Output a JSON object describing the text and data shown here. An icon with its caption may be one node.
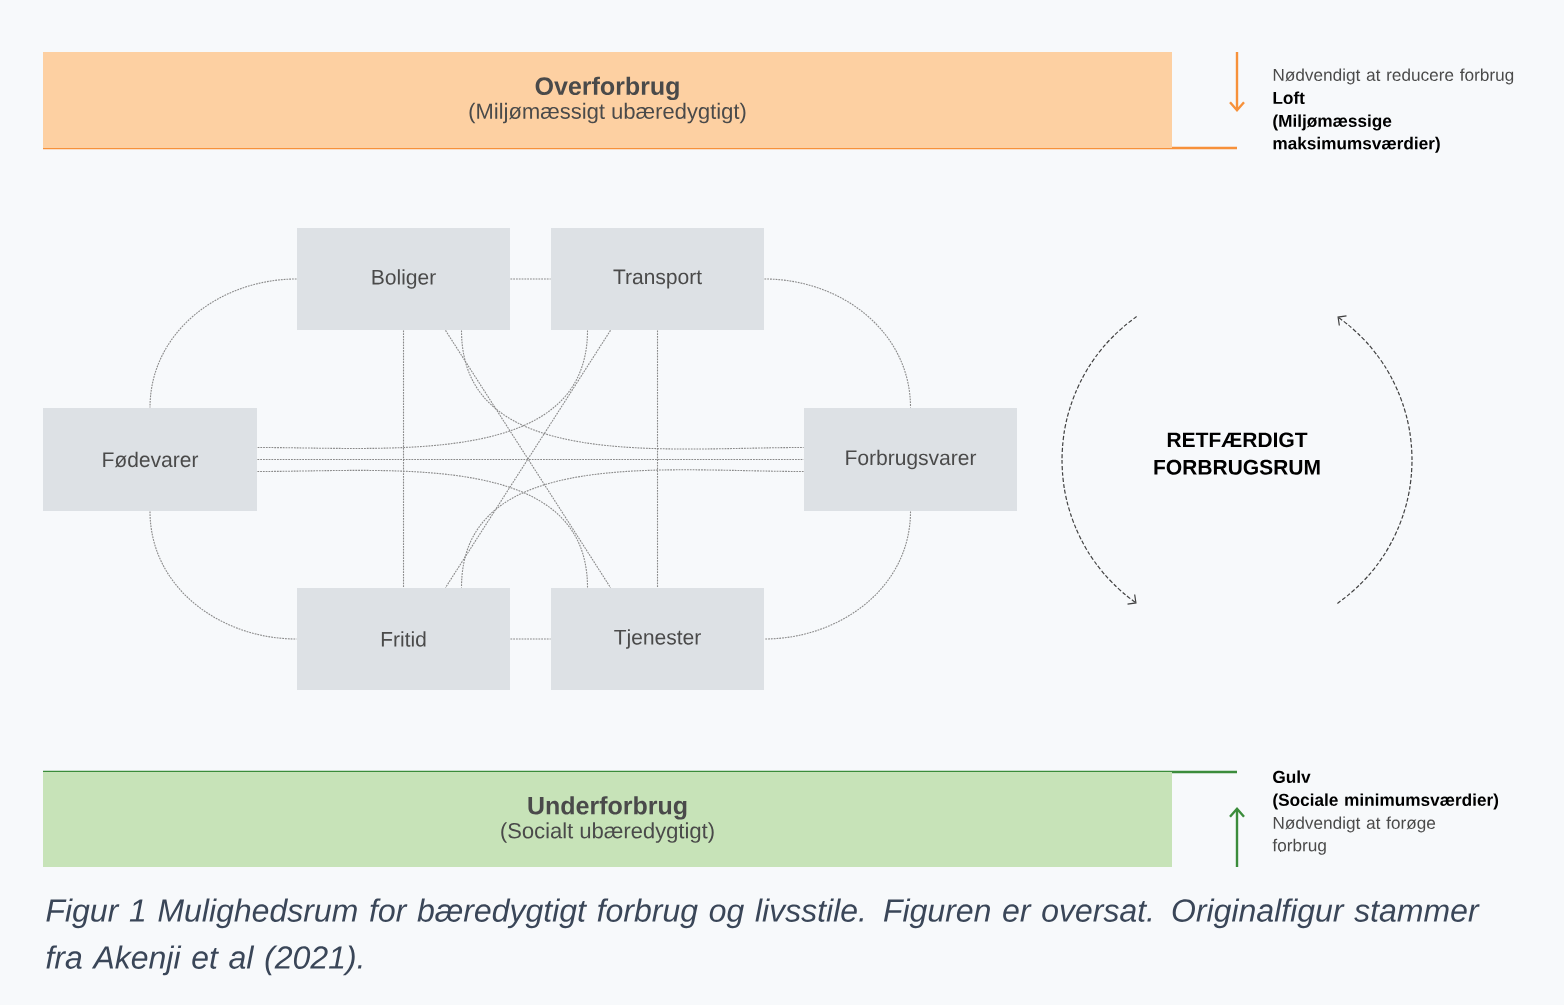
{
  "diagram": {
    "caption": "Figur 1 Mulighedsrum for bæredygtigt forbrug og livsstile. Figuren er oversat. Originalfigur stammer fra Akenji et al (2021).",
    "nodes": [
      {
        "text": [
          "Overforbrug",
          "(Miljømæssigt ubæredygtigt)"
        ]
      },
      {
        "text": [
          "Boliger"
        ]
      },
      {
        "text": [
          "Transport"
        ]
      },
      {
        "text": [
          "Fødevarer"
        ]
      },
      {
        "text": [
          "Forbrugsvarer"
        ]
      },
      {
        "text": [
          "Fritid"
        ]
      },
      {
        "text": [
          "Tjenester"
        ]
      },
      {
        "text": [
          "Underforbrug",
          "(Socialt ubæredygtigt)"
        ]
      }
    ],
    "edges": [
      {
        "from": 1,
        "to": 2,
        "arrow": "none"
      },
      {
        "from": 1,
        "to": 3,
        "arrow": "none"
      },
      {
        "from": 2,
        "to": 4,
        "arrow": "none"
      },
      {
        "from": 1,
        "to": 5,
        "arrow": "none"
      },
      {
        "from": 1,
        "to": 6,
        "arrow": "none"
      },
      {
        "from": 1,
        "to": 4,
        "arrow": "none"
      },
      {
        "from": 2,
        "to": 3,
        "arrow": "none"
      },
      {
        "from": 2,
        "to": 5,
        "arrow": "none"
      },
      {
        "from": 2,
        "to": 6,
        "arrow": "none"
      },
      {
        "from": 3,
        "to": 4,
        "arrow": "none"
      },
      {
        "from": 3,
        "to": 6,
        "arrow": "none"
      },
      {
        "from": 4,
        "to": 5,
        "arrow": "none"
      },
      {
        "from": 3,
        "to": 5,
        "arrow": "none"
      },
      {
        "from": 4,
        "to": 6,
        "arrow": "none"
      },
      {
        "from": 5,
        "to": 6,
        "arrow": "none"
      }
    ],
    "labels": [
      "Nødvendigt at reducere forbrug",
      "Loft",
      "(Miljømæssige maksimumsværdier)",
      "RETFÆRDIGT FORBRUGSRUM",
      "Gulv",
      "(Sociale minimumsværdier)",
      "Nødvendigt at forøge forbrug"
    ]
  }
}
